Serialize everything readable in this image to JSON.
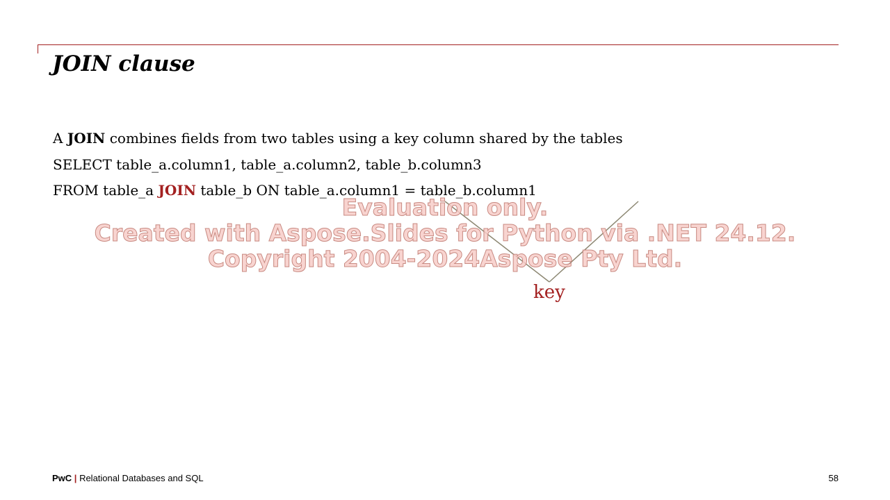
{
  "slide": {
    "title": "JOIN clause",
    "line1": {
      "prefix": "A ",
      "keyword": "JOIN",
      "suffix": " combines fields from two tables using a key column shared by the tables"
    },
    "line2": "SELECT table_a.column1, table_a.column2, table_b.column3",
    "line3": {
      "prefix": "FROM table_a ",
      "keyword": "JOIN",
      "suffix": " table_b ON table_a.column1 = table_b.column1"
    },
    "annotation": {
      "label": "key",
      "line_color": "#8c8772"
    }
  },
  "watermark": {
    "line1": "Evaluation only.",
    "line2": "Created with Aspose.Slides for Python via .NET 24.12.",
    "line3": "Copyright 2004-2024Aspose Pty Ltd."
  },
  "footer": {
    "brand": "PwC",
    "separator": "|",
    "course": "Relational Databases and SQL",
    "page_number": "58"
  },
  "colors": {
    "accent": "#a32020",
    "text": "#000000",
    "background": "#ffffff"
  }
}
